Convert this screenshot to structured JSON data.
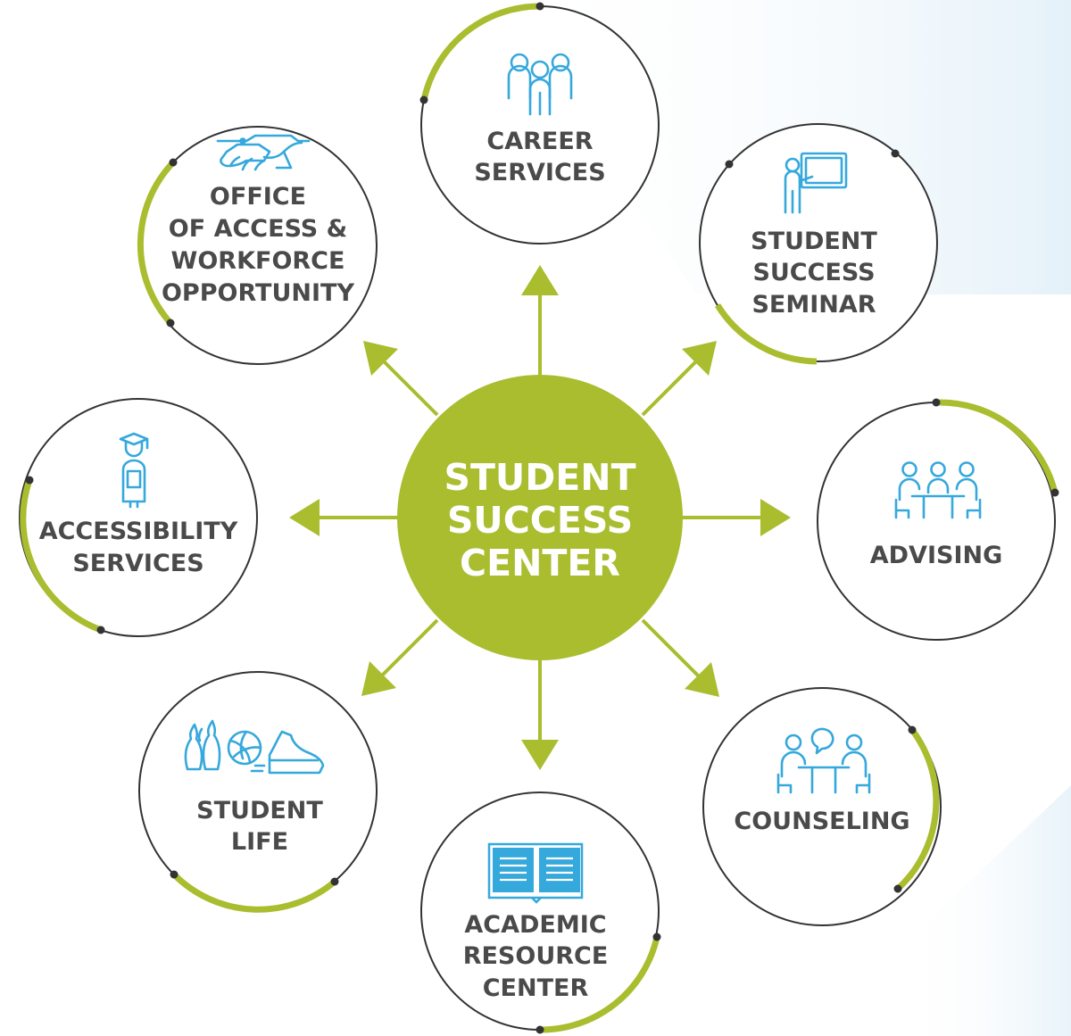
{
  "colors": {
    "accent": "#a9bd2f",
    "icon": "#35a8dc",
    "text": "#4a4a4a",
    "ring": "#333333",
    "background_tint": "#e6f2f9"
  },
  "hub": {
    "lines": [
      "STUDENT",
      "SUCCESS",
      "CENTER"
    ]
  },
  "nodes": [
    {
      "id": "career-services",
      "icon": "group-people-icon",
      "lines": [
        "CAREER",
        "SERVICES"
      ]
    },
    {
      "id": "student-success-seminar",
      "icon": "presenter-board-icon",
      "lines": [
        "STUDENT",
        "SUCCESS",
        "SEMINAR"
      ]
    },
    {
      "id": "advising",
      "icon": "meeting-table-icon",
      "lines": [
        "ADVISING"
      ]
    },
    {
      "id": "counseling",
      "icon": "conversation-icon",
      "lines": [
        "COUNSELING"
      ]
    },
    {
      "id": "academic-resource-center",
      "icon": "open-book-icon",
      "lines": [
        "ACADEMIC",
        "RESOURCE",
        "CENTER"
      ]
    },
    {
      "id": "student-life",
      "icon": "sports-icon",
      "lines": [
        "STUDENT",
        "LIFE"
      ]
    },
    {
      "id": "accessibility-services",
      "icon": "graduate-icon",
      "lines": [
        "ACCESSIBILITY",
        "SERVICES"
      ]
    },
    {
      "id": "office-of-access-workforce-opportunity",
      "icon": "handshake-icon",
      "lines": [
        "OFFICE",
        "OF ACCESS &",
        "WORKFORCE",
        "OPPORTUNITY"
      ]
    }
  ]
}
